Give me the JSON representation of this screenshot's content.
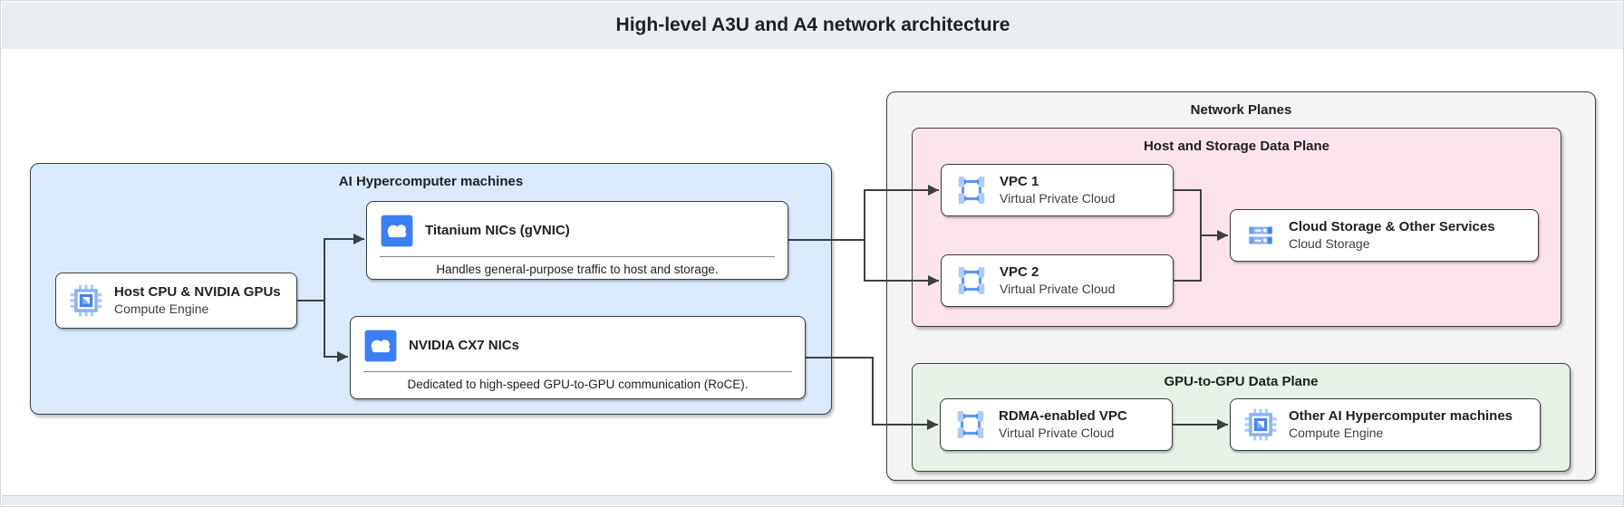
{
  "banner": {
    "title": "High-level A3U and A4 network architecture"
  },
  "colors": {
    "banner_bg": "#eaeef1",
    "machines_panel_bg": "#daeafb",
    "network_panel_bg": "#f4f4f4",
    "host_storage_plane_bg": "#fbe3ec",
    "gpu_plane_bg": "#e5f2e5",
    "node_border": "#3a3d40",
    "connector": "#3c4043",
    "icon_blue": "#4285f4",
    "icon_light_blue": "#aecbfa"
  },
  "machines_panel": {
    "title": "AI Hypercomputer machines",
    "host": {
      "icon": "compute-engine-icon",
      "title": "Host CPU & NVIDIA GPUs",
      "subtitle": "Compute Engine"
    },
    "titanium": {
      "icon": "cloud-nic-icon",
      "title": "Titanium NICs (gVNIC)",
      "description": "Handles general-purpose traffic to host and storage."
    },
    "cx7": {
      "icon": "cloud-nic-icon",
      "title": "NVIDIA CX7 NICs",
      "description": "Dedicated to high-speed GPU-to-GPU communication (RoCE)."
    }
  },
  "network_panel": {
    "title": "Network Planes",
    "host_storage_plane": {
      "title": "Host and Storage Data Plane",
      "vpc1": {
        "icon": "vpc-icon",
        "title": "VPC 1",
        "subtitle": "Virtual Private Cloud"
      },
      "vpc2": {
        "icon": "vpc-icon",
        "title": "VPC 2",
        "subtitle": "Virtual Private Cloud"
      },
      "storage": {
        "icon": "cloud-storage-icon",
        "title": "Cloud Storage & Other Services",
        "subtitle": "Cloud Storage"
      }
    },
    "gpu_plane": {
      "title": "GPU-to-GPU Data Plane",
      "rdma": {
        "icon": "vpc-icon",
        "title": "RDMA-enabled VPC",
        "subtitle": "Virtual Private Cloud"
      },
      "other": {
        "icon": "compute-engine-icon",
        "title": "Other AI Hypercomputer machines",
        "subtitle": "Compute Engine"
      }
    }
  }
}
